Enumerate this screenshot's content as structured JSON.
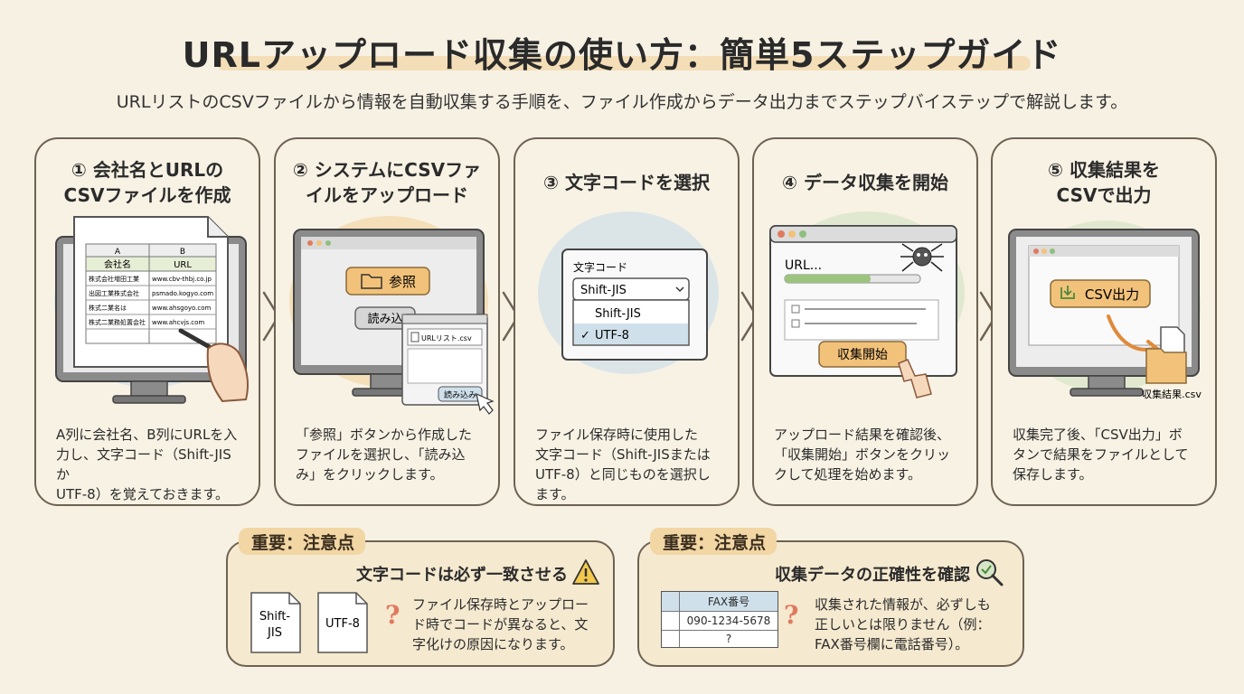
{
  "title": "URLアップロード収集の使い方：簡単5ステップガイド",
  "subtitle": "URLリストのCSVファイルから情報を自動収集する手順を、ファイル作成からデータ出力までステップバイステップで解説します。",
  "steps": [
    {
      "title": "① 会社名とURLの\nCSVファイルを作成",
      "desc": "A列に会社名、B列にURLを入\n力し、文字コード（Shift-JISか\nUTF-8）を覚えておきます。",
      "sheet": {
        "col_a": "A",
        "col_b": "B",
        "header_a": "会社名",
        "header_b": "URL",
        "rows": [
          [
            "株式会社増田工業",
            "www.cbv-thbj.co.jp"
          ],
          [
            "出図工業株式会社",
            "psmado.kogyo.com"
          ],
          [
            "株式二業名は",
            "www.ahsgoyo.com"
          ],
          [
            "株式二業務処置会社",
            "www.ahcvjs.com"
          ]
        ]
      }
    },
    {
      "title": "② システムにCSVファ\nイルをアップロード",
      "desc": "「参照」ボタンから作成した\nファイルを選択し、「読み込\nみ」をクリックします。",
      "browse_label": "参照",
      "load_label": "読み込",
      "dialog_file": "URLリスト.csv",
      "dialog_load": "読み込み"
    },
    {
      "title": "③ 文字コードを選択",
      "desc": "ファイル保存時に使用した\n文字コード（Shift-JISまたは\nUTF-8）と同じものを選択し\nます。",
      "field_label": "文字コード",
      "selected": "Shift-JIS",
      "options": [
        "Shift-JIS",
        "UTF-8"
      ],
      "checked_mark": "✓"
    },
    {
      "title": "④ データ収集を開始",
      "desc": "アップロード結果を確認後、\n「収集開始」ボタンをクリッ\nクして処理を始めます。",
      "url_label": "URL...",
      "start_label": "収集開始"
    },
    {
      "title": "⑤ 収集結果を\nCSVで出力",
      "desc": "収集完了後、「CSV出力」ボ\nタンで結果をファイルとして\n保存します。",
      "export_label": "CSV出力",
      "file_label": "収集結果.csv"
    }
  ],
  "notes": [
    {
      "label": "重要：注意点",
      "heading": "文字コードは必ず一致させる",
      "file1": "Shift-\nJIS",
      "file2": "UTF-8",
      "text": "ファイル保存時とアップロー\nド時でコードが異なると、文\n字化けの原因になります。"
    },
    {
      "label": "重要：注意点",
      "heading": "収集データの正確性を確認",
      "table_header": "FAX番号",
      "table_value": "090-1234-5678",
      "table_unknown": "?",
      "text": "収集された情報が、必ずしも\n正しいとは限りません（例：\nFAX番号欄に電話番号）。"
    }
  ],
  "colors": {
    "background": "#f7f1e3",
    "accent": "#f2c27a",
    "blue_wash": "#cfe0ea",
    "green_wash": "#d8e6c8",
    "orange_wash": "#f3d7a6",
    "border": "#6e6252"
  },
  "icons": [
    "folder-icon",
    "download-icon",
    "spider-icon",
    "warning-icon",
    "magnifier-icon",
    "question-icon",
    "hand-cursor-icon",
    "pen-icon",
    "file-icon"
  ]
}
